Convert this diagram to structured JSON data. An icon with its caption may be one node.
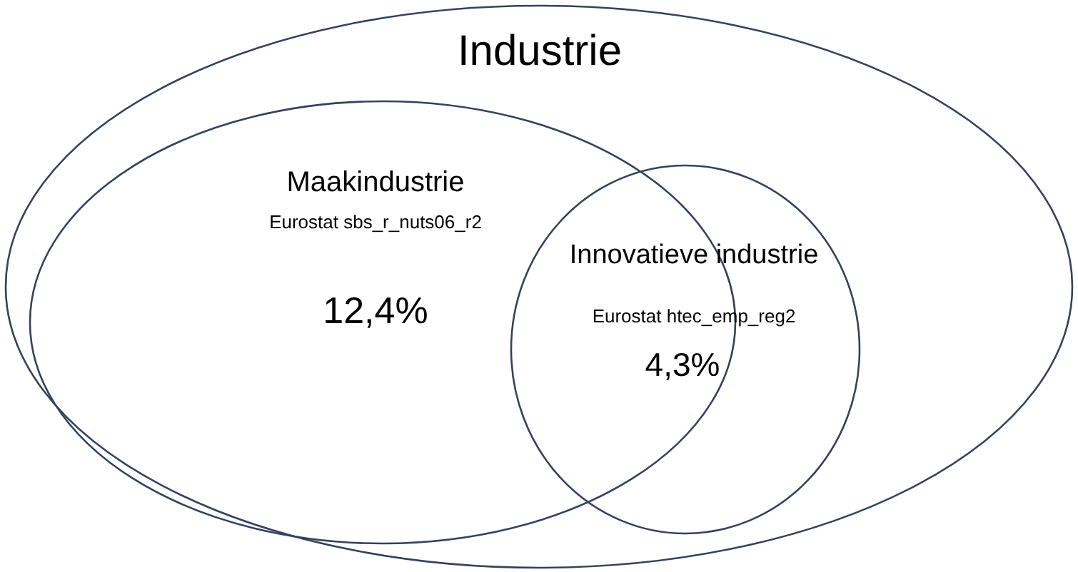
{
  "diagram": {
    "nodes": [
      {
        "text": [
          "Industrie"
        ]
      },
      {
        "text": [
          "Maakindustrie",
          "Eurostat  sbs_r_nuts06_r2",
          "12,4%"
        ],
        "in": 0
      },
      {
        "text": [
          "Innovatieve industrie",
          "Eurostat  htec_emp_reg2",
          "4,3%"
        ],
        "in": 0
      }
    ]
  }
}
